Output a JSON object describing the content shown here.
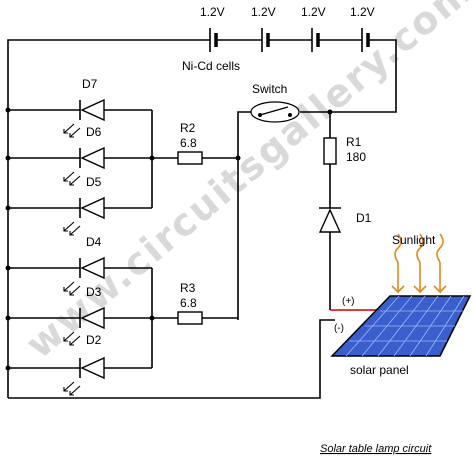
{
  "diagram": {
    "watermark": "www.circuitsgallery.com",
    "caption": "Solar table lamp circuit",
    "battery": {
      "label": "Ni-Cd cells",
      "cell_voltages": [
        "1.2V",
        "1.2V",
        "1.2V",
        "1.2V"
      ]
    },
    "switch_label": "Switch",
    "resistors": {
      "r1": {
        "name": "R1",
        "value": "180"
      },
      "r2": {
        "name": "R2",
        "value": "6.8"
      },
      "r3": {
        "name": "R3",
        "value": "6.8"
      }
    },
    "diode_label": "D1",
    "leds": [
      "D7",
      "D6",
      "D5",
      "D4",
      "D3",
      "D2"
    ],
    "solar": {
      "plus": "(+)",
      "minus": "(-)",
      "panel_label": "solar panel",
      "sun_label": "Sunlight"
    },
    "colors": {
      "wire": "#000000",
      "positive_wire": "#cc0000",
      "panel_fill": "#3a5fcd",
      "panel_frame": "#000000",
      "sun_rays": "#e08a1e"
    }
  }
}
